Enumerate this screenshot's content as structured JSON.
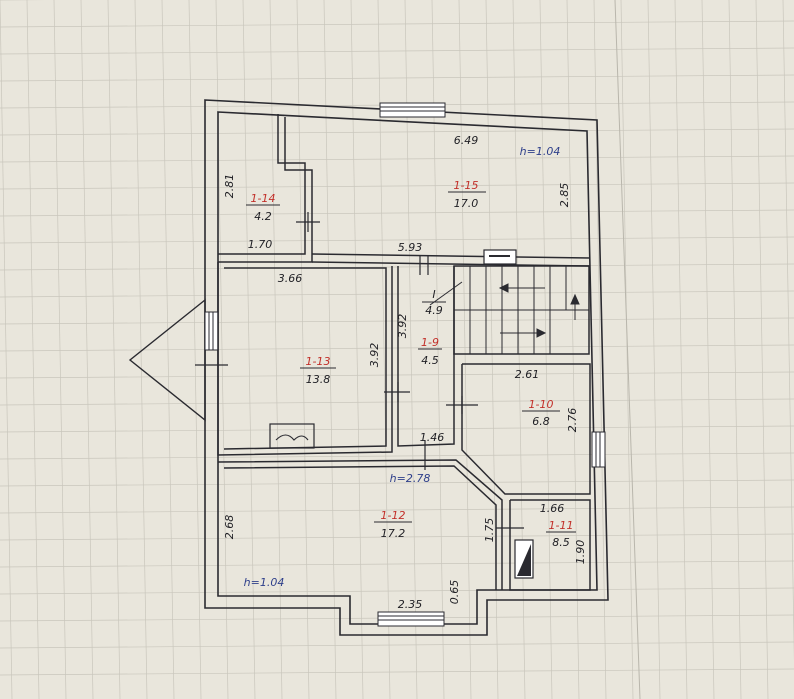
{
  "colors": {
    "paper": "#e9e6dc",
    "grid": "#c9c6bc",
    "wall": "#2a2a30",
    "room_id": "#c2302a",
    "height_note": "#2e3f8a"
  },
  "rooms": [
    {
      "id": "1-15",
      "area": "17.0"
    },
    {
      "id": "1-14",
      "area": "4.2"
    },
    {
      "id": "1-13",
      "area": "13.8"
    },
    {
      "id": "1-9",
      "area": "4.5"
    },
    {
      "id": "1-10",
      "area": "6.8"
    },
    {
      "id": "1-12",
      "area": "17.2"
    },
    {
      "id": "1-11",
      "area": "8.5"
    },
    {
      "id": "I",
      "area": "4.9"
    }
  ],
  "dimensions": {
    "top_width": "6.49",
    "room15_right": "2.85",
    "room14_height": "2.81",
    "room14_width": "1.70",
    "corridor_width": "5.93",
    "room13_width": "3.66",
    "room13_height": "3.92",
    "room9_height": "3.92",
    "room9_width": "1.46",
    "room10_width": "2.61",
    "room10_height": "2.76",
    "room12_height": "2.68",
    "room12_step": "1.75",
    "room11_width": "1.66",
    "room11_height": "1.90",
    "bottom_width": "2.35",
    "bottom_depth": "0.65"
  },
  "heights": {
    "upper": "h=1.04",
    "middle": "h=2.78",
    "lower": "h=1.04"
  }
}
